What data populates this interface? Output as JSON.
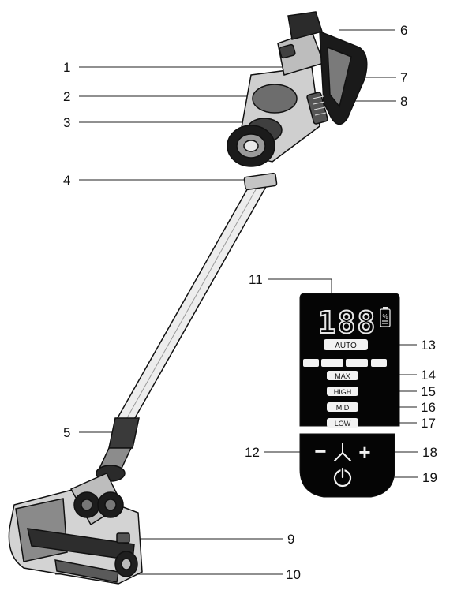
{
  "callouts": {
    "n1": "1",
    "n2": "2",
    "n3": "3",
    "n4": "4",
    "n5": "5",
    "n6": "6",
    "n7": "7",
    "n8": "8",
    "n9": "9",
    "n10": "10",
    "n11": "11",
    "n12": "12",
    "n13": "13",
    "n14": "14",
    "n15": "15",
    "n16": "16",
    "n17": "17",
    "n18": "18",
    "n19": "19"
  },
  "display": {
    "digits": "188",
    "battery_unit": "%",
    "mode_auto": "AUTO",
    "mode_max": "MAX",
    "mode_high": "HIGH",
    "mode_mid": "MID",
    "mode_low": "LOW"
  },
  "controls": {
    "minus": "−",
    "plus": "+"
  }
}
